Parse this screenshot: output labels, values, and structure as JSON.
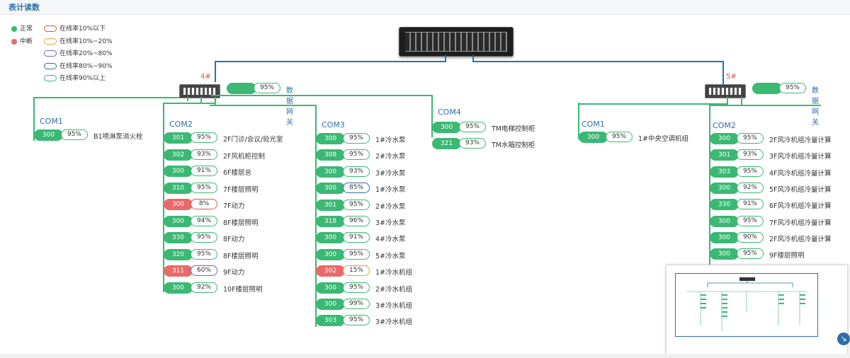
{
  "header": {
    "title": "表计读数"
  },
  "legend": {
    "status": [
      {
        "label": "正常",
        "color": "#3bb873"
      },
      {
        "label": "中断",
        "color": "#e86a6a"
      }
    ],
    "rates": [
      {
        "label": "在线率10%以下",
        "color": "#d9534f"
      },
      {
        "label": "在线率10%~20%",
        "color": "#e8a13a"
      },
      {
        "label": "在线率20%~80%",
        "color": "#7b5cc8"
      },
      {
        "label": "在线率80%~90%",
        "color": "#2d6fa8"
      },
      {
        "label": "在线率90%以上",
        "color": "#3bb873"
      }
    ]
  },
  "gateways": [
    {
      "label": "4#",
      "pct": "95%",
      "name": "数据网关",
      "coms": [
        {
          "name": "COM1",
          "meters": [
            {
              "code": "300",
              "pct": "95%",
              "label": "B1喷淋泵消火栓",
              "status": "ok",
              "rate": "green"
            }
          ]
        },
        {
          "name": "COM2",
          "meters": [
            {
              "code": "301",
              "pct": "95%",
              "label": "2F门诊/会议/验光室",
              "status": "ok",
              "rate": "green"
            },
            {
              "code": "302",
              "pct": "93%",
              "label": "2F风机柜控制",
              "status": "ok",
              "rate": "green"
            },
            {
              "code": "300",
              "pct": "91%",
              "label": "6F楼层总",
              "status": "ok",
              "rate": "green"
            },
            {
              "code": "310",
              "pct": "95%",
              "label": "7F楼层照明",
              "status": "ok",
              "rate": "green"
            },
            {
              "code": "300",
              "pct": "8%",
              "label": "7F动力",
              "status": "down",
              "rate": "red"
            },
            {
              "code": "300",
              "pct": "94%",
              "label": "8F楼层照明",
              "status": "ok",
              "rate": "green"
            },
            {
              "code": "330",
              "pct": "95%",
              "label": "8F动力",
              "status": "ok",
              "rate": "green"
            },
            {
              "code": "320",
              "pct": "95%",
              "label": "8F楼层照明",
              "status": "ok",
              "rate": "green"
            },
            {
              "code": "311",
              "pct": "60%",
              "label": "9F动力",
              "status": "down",
              "rate": "purple"
            },
            {
              "code": "300",
              "pct": "92%",
              "label": "10F楼层照明",
              "status": "ok",
              "rate": "green"
            }
          ]
        },
        {
          "name": "COM3",
          "meters": [
            {
              "code": "300",
              "pct": "95%",
              "label": "1#冷水泵",
              "status": "ok",
              "rate": "green"
            },
            {
              "code": "308",
              "pct": "95%",
              "label": "2#冷水泵",
              "status": "ok",
              "rate": "green"
            },
            {
              "code": "300",
              "pct": "93%",
              "label": "3#冷水泵",
              "status": "ok",
              "rate": "green"
            },
            {
              "code": "300",
              "pct": "85%",
              "label": "1#冷水泵",
              "status": "ok",
              "rate": "blue"
            },
            {
              "code": "301",
              "pct": "95%",
              "label": "2#冷水泵",
              "status": "ok",
              "rate": "green"
            },
            {
              "code": "318",
              "pct": "96%",
              "label": "3#冷水泵",
              "status": "ok",
              "rate": "green"
            },
            {
              "code": "300",
              "pct": "91%",
              "label": "4#冷水泵",
              "status": "ok",
              "rate": "green"
            },
            {
              "code": "300",
              "pct": "95%",
              "label": "5#冷水泵",
              "status": "ok",
              "rate": "green"
            },
            {
              "code": "302",
              "pct": "15%",
              "label": "1#冷水机组",
              "status": "down",
              "rate": "orange"
            },
            {
              "code": "300",
              "pct": "95%",
              "label": "2#冷水机组",
              "status": "ok",
              "rate": "green"
            },
            {
              "code": "300",
              "pct": "99%",
              "label": "3#冷水机组",
              "status": "ok",
              "rate": "green"
            },
            {
              "code": "303",
              "pct": "95%",
              "label": "3#冷水机组",
              "status": "ok",
              "rate": "green"
            }
          ]
        },
        {
          "name": "COM4",
          "meters": [
            {
              "code": "300",
              "pct": "95%",
              "label": "TM电梯控制柜",
              "status": "ok",
              "rate": "green"
            },
            {
              "code": "321",
              "pct": "93%",
              "label": "TM水箱控制柜",
              "status": "ok",
              "rate": "green"
            }
          ]
        }
      ]
    },
    {
      "label": "5#",
      "pct": "95%",
      "name": "数据网关",
      "coms": [
        {
          "name": "COM1",
          "meters": [
            {
              "code": "300",
              "pct": "95%",
              "label": "1#中央空调机组",
              "status": "ok",
              "rate": "green"
            }
          ]
        },
        {
          "name": "COM2",
          "meters": [
            {
              "code": "300",
              "pct": "95%",
              "label": "2F风冷机组冷量计算",
              "status": "ok",
              "rate": "green"
            },
            {
              "code": "301",
              "pct": "93%",
              "label": "3F风冷机组冷量计算",
              "status": "ok",
              "rate": "green"
            },
            {
              "code": "303",
              "pct": "95%",
              "label": "4F风冷机组冷量计算",
              "status": "ok",
              "rate": "green"
            },
            {
              "code": "300",
              "pct": "92%",
              "label": "5F风冷机组冷量计算",
              "status": "ok",
              "rate": "green"
            },
            {
              "code": "330",
              "pct": "91%",
              "label": "6F风冷机组冷量计算",
              "status": "ok",
              "rate": "green"
            },
            {
              "code": "300",
              "pct": "95%",
              "label": "7F风冷机组冷量计算",
              "status": "ok",
              "rate": "green"
            },
            {
              "code": "300",
              "pct": "90%",
              "label": "2F风冷机组冷量计算",
              "status": "ok",
              "rate": "green"
            },
            {
              "code": "300",
              "pct": "95%",
              "label": "9F楼层照明",
              "status": "ok",
              "rate": "green"
            }
          ]
        }
      ]
    }
  ],
  "colors": {
    "ok": "#3bb873",
    "down": "#e86a6a",
    "green": "#3bb873",
    "red": "#d9534f",
    "orange": "#e8a13a",
    "purple": "#7b5cc8",
    "blue": "#2d6fa8"
  },
  "minimap": {
    "corner_icon": "expand-arrow-icon",
    "corner_glyph": "↘"
  }
}
